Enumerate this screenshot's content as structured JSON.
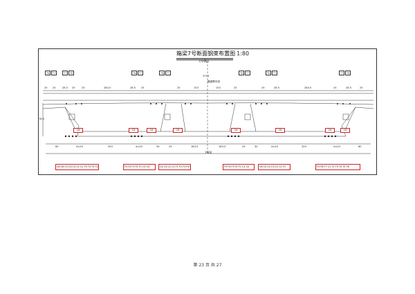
{
  "title": "箱梁7号断面钢束布置图",
  "scale": "1:80",
  "subtitle": "(中跨)",
  "center_line_label": "箱梁跨中线",
  "center_dim": "3713",
  "total_width": "1960",
  "footer": "第 23 页 共 27",
  "colors": {
    "callout_border": "#d02020",
    "line": "#333333"
  },
  "top_tags": [
    "T8",
    "T7",
    "T7",
    "T8",
    "T8",
    "T7",
    "T8",
    "T7",
    "T8",
    "T7",
    "T8",
    "T7",
    "T7",
    "T8"
  ],
  "callouts": [
    "C6",
    "C6",
    "C6",
    "C6",
    "C6",
    "C6",
    "C6",
    "C6"
  ],
  "legends": [
    "C8 C6 C5 C4 C3 C2 C1 T5 T4 T3 T2",
    "F5 F4 F3 F2 F1 C5 C4",
    "C4 C3 C2 C1 F1 F2 F3 F4 F5",
    "F5 F4 F3 F2 F1 C1 C2",
    "C6 C5 C4 C3 C2 C1 F1",
    "F5 F6 F7 C1 T2 T3 T4 T5 T6"
  ],
  "top_dims": [
    "25",
    "25",
    "28.5",
    "25",
    "25",
    "284.5",
    "28.5",
    "25",
    "25",
    "153",
    "153",
    "25",
    "25",
    "28.5",
    "284.5",
    "25",
    "28.5",
    "25"
  ],
  "bottom_dims": [
    "60",
    "4×20",
    "320",
    "4×20",
    "30",
    "25",
    "183.5",
    "183.5",
    "25",
    "30",
    "4×20",
    "320",
    "4×20",
    "60"
  ],
  "left_height_dim": "78.5"
}
